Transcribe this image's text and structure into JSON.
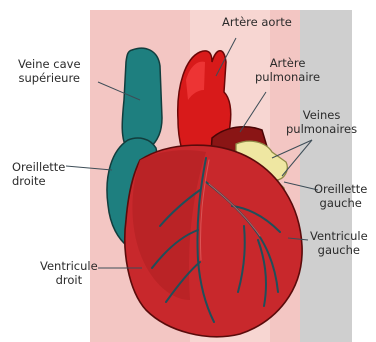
{
  "labels": {
    "veine_cave_superieure": [
      "Veine cave",
      "supérieure"
    ],
    "artere_aorte": [
      "Artère aorte"
    ],
    "artere_pulmonaire": [
      "Artère",
      "pulmonaire"
    ],
    "veines_pulmonaires": [
      "Veines",
      "pulmonaires"
    ],
    "oreillette_droite": [
      "Oreillette",
      "droite"
    ],
    "oreillette_gauche": [
      "Oreillette",
      "gauche"
    ],
    "ventricule_gauche": [
      "Ventricule",
      "gauche"
    ],
    "ventricule_droit": [
      "Ventricule",
      "droit"
    ]
  },
  "colors": {
    "heart_red": "#c8282c",
    "vena_cava_teal": "#1e7f7f",
    "aorta_red": "#d81a1a",
    "pulmonary_vein_yellow": "#efe7a2",
    "leader_line": "#3d4d57",
    "background_pink": "#f3c6c3",
    "background_grey": "#cfcfcf"
  }
}
